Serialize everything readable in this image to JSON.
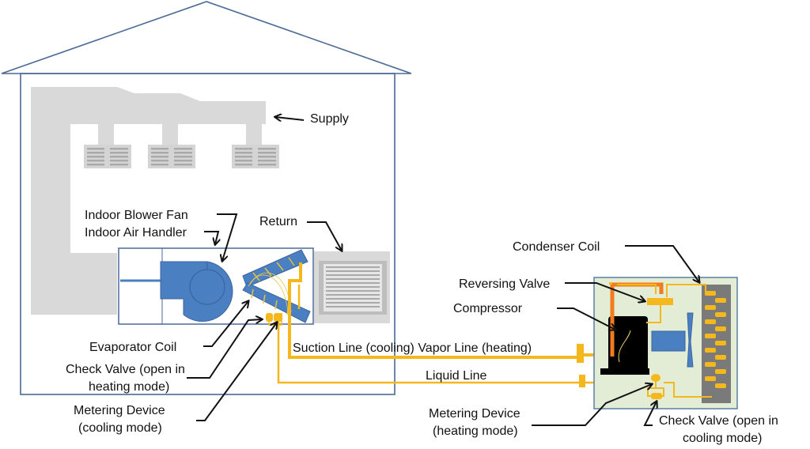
{
  "title": "Heat pump system diagram",
  "labels": {
    "supply": "Supply",
    "indoor_blower_fan": "Indoor Blower Fan",
    "indoor_air_handler": "Indoor Air Handler",
    "return": "Return",
    "evaporator_coil": "Evaporator Coil",
    "check_valve_indoor_1": "Check Valve (open in",
    "check_valve_indoor_2": "heating mode)",
    "metering_indoor_1": "Metering Device",
    "metering_indoor_2": "(cooling mode)",
    "suction_line": "Suction Line (cooling) Vapor Line (heating)",
    "liquid_line": "Liquid Line",
    "condenser_coil": "Condenser Coil",
    "reversing_valve": "Reversing Valve",
    "compressor": "Compressor",
    "metering_outdoor_1": "Metering Device",
    "metering_outdoor_2": "(heating mode)",
    "check_valve_outdoor_1": "Check Valve (open in",
    "check_valve_outdoor_2": "cooling mode)"
  },
  "colors": {
    "house_outline": "#4a6a95",
    "duct": "#d9d9d9",
    "equipment_blue": "#4a7fc1",
    "refrigerant_line": "#f5b81c",
    "hot_gas_line": "#f07c1e",
    "outdoor_unit": "#e3ecd4",
    "condenser": "#7a7a7a",
    "compressor": "#000000"
  }
}
